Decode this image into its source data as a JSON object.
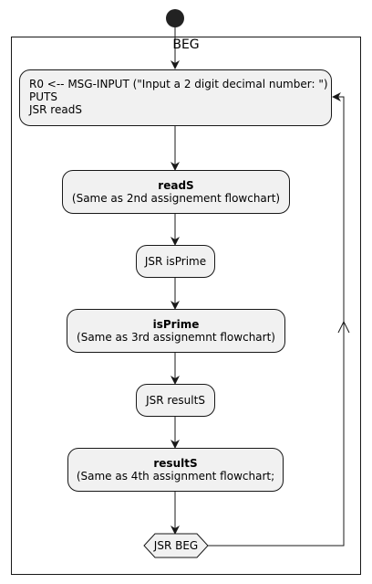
{
  "partition": {
    "title": "BEG"
  },
  "nodes": {
    "input": {
      "lines": [
        "R0 <-- MSG-INPUT (\"Input a 2 digit decimal number: \")",
        "PUTS",
        "JSR readS"
      ]
    },
    "readS": {
      "title": "readS",
      "subtitle": "(Same as 2nd assignement flowchart)"
    },
    "jsr_isPrime": {
      "label": "JSR isPrime"
    },
    "isPrime": {
      "title": "isPrime",
      "subtitle": "(Same as 3rd assignemnt flowchart)"
    },
    "jsr_resultS": {
      "label": "JSR resultS"
    },
    "resultS": {
      "title": "resultS",
      "subtitle": "(Same as 4th assignment flowchart;"
    },
    "decision": {
      "label": "JSR BEG"
    }
  },
  "colors": {
    "node_fill": "#f1f1f1",
    "border": "#181818",
    "start": "#222222",
    "background": "#ffffff"
  }
}
